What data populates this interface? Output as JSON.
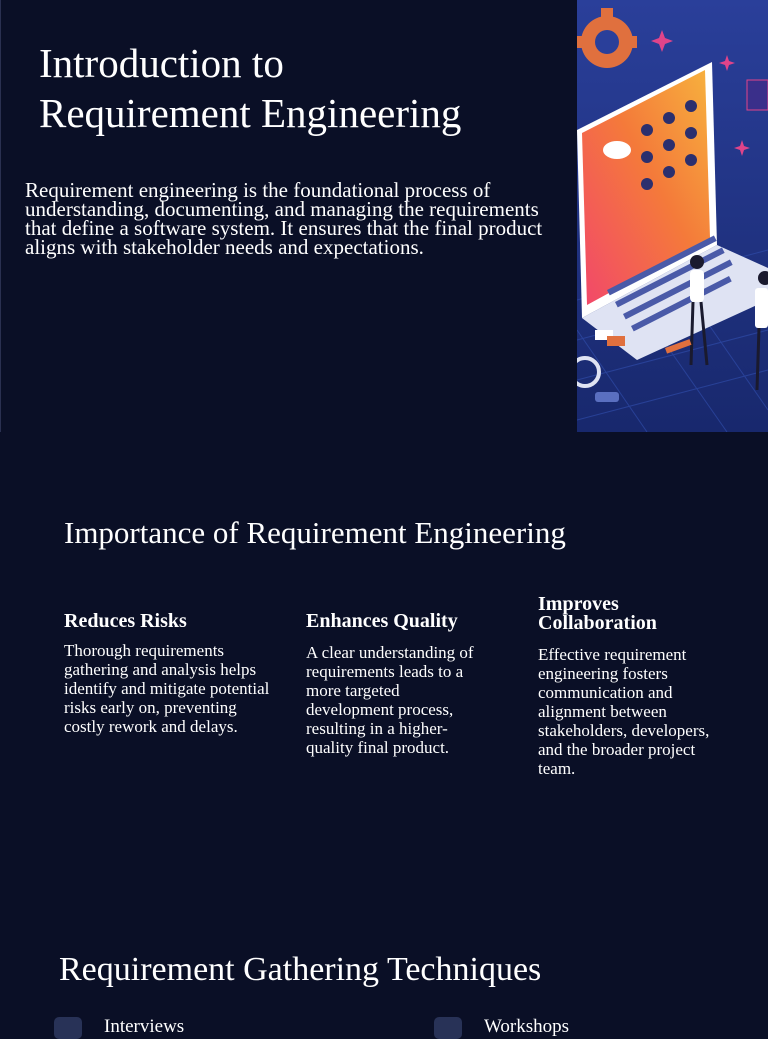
{
  "slide1": {
    "title_line1": "Introduction to",
    "title_line2": "Requirement Engineering",
    "intro": " Requirement engineering is the foundational process of understanding, documenting, and managing the requirements that define a software system. It ensures that the final product aligns with stakeholder needs and expectations."
  },
  "importance": {
    "title": "Importance of Requirement Engineering",
    "cards": [
      {
        "heading": "Reduces Risks",
        "body": "Thorough requirements gathering and analysis helps identify and mitigate potential risks early on, preventing costly rework and delays."
      },
      {
        "heading": "Enhances Quality",
        "body": "A clear understanding of requirements leads to a more targeted development process, resulting in a higher-quality final product."
      },
      {
        "heading": "Improves Collaboration",
        "body": "Effective requirement engineering fosters communication and alignment between stakeholders, developers, and the broader project team."
      }
    ]
  },
  "techniques": {
    "title": "Requirement Gathering Techniques",
    "items": [
      {
        "label": "Interviews"
      },
      {
        "label": "Workshops"
      }
    ]
  }
}
